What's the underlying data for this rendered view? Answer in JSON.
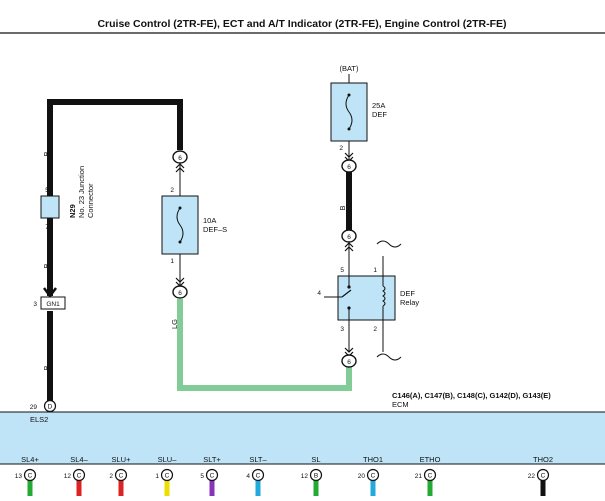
{
  "title": "Cruise Control (2TR-FE), ECT and A/T Indicator (2TR-FE), Engine Control (2TR-FE)",
  "bat_label": "(BAT)",
  "fuse_def": {
    "rating": "25A",
    "name": "DEF",
    "pin_bottom": "2"
  },
  "fuse_defs": {
    "rating": "10A",
    "name": "DEF–S",
    "pin_top": "2",
    "pin_bottom": "1"
  },
  "junction": {
    "id": "N29",
    "desc_1": "No. 23 Junction",
    "desc_2": "Connector",
    "pin_top": "5",
    "pin_bottom": "7"
  },
  "connector_gn1": {
    "label": "GN1",
    "pin": "3"
  },
  "relay": {
    "name_1": "DEF",
    "name_2": "Relay",
    "pin_5": "5",
    "pin_1": "1",
    "pin_4": "4",
    "pin_3": "3",
    "pin_2": "2"
  },
  "terminal_6": "6",
  "wire_colors": {
    "b": "B",
    "lg": "LG"
  },
  "ecm": {
    "connectors": "C146(A), C147(B), C148(C), G142(D), G143(E)",
    "name": "ECM",
    "els2": {
      "name": "ELS2",
      "pin": "29",
      "conn": "D"
    }
  },
  "ecm_pins": [
    {
      "name": "SL4+",
      "pin": "13",
      "conn": "C",
      "color": "#22aa33"
    },
    {
      "name": "SL4–",
      "pin": "12",
      "conn": "C",
      "color": "#dd2222"
    },
    {
      "name": "SLU+",
      "pin": "2",
      "conn": "C",
      "color": "#dd2222"
    },
    {
      "name": "SLU–",
      "pin": "1",
      "conn": "C",
      "color": "#eedd00"
    },
    {
      "name": "SLT+",
      "pin": "5",
      "conn": "C",
      "color": "#8833bb"
    },
    {
      "name": "SLT–",
      "pin": "4",
      "conn": "C",
      "color": "#22aadd"
    },
    {
      "name": "SL",
      "pin": "12",
      "conn": "B",
      "color": "#22aa33"
    },
    {
      "name": "THO1",
      "pin": "20",
      "conn": "C",
      "color": "#22aadd"
    },
    {
      "name": "ETHO",
      "pin": "21",
      "conn": "C",
      "color": "#22aa33"
    },
    {
      "name": "THO2",
      "pin": "22",
      "conn": "C",
      "color": "#111111"
    }
  ],
  "colors": {
    "component_fill": "#bfe4f7",
    "ecm_fill": "#bfe4f7",
    "lg_wire": "#82cc98",
    "b_wire": "#111111"
  }
}
